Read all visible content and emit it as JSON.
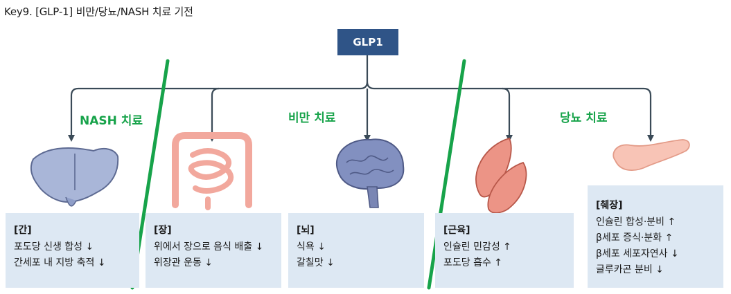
{
  "title": "Key9. [GLP-1] 비만/당뇨/NASH 치료 기전",
  "root": "GLP1",
  "groups": {
    "nash": "NASH 치료",
    "obesity": "비만 치료",
    "diabetes": "당뇨 치료"
  },
  "boxes": {
    "liver": {
      "title": "[간]",
      "lines": [
        "포도당 신생 합성 ↓",
        "간세포 내 지방 축적 ↓"
      ]
    },
    "intestine": {
      "title": "[장]",
      "lines": [
        "위에서 장으로 음식 배출 ↓",
        "위장관 운동 ↓"
      ]
    },
    "brain": {
      "title": "[뇌]",
      "lines": [
        "식욕 ↓",
        "갈칠맛 ↓"
      ]
    },
    "muscle": {
      "title": "[근육]",
      "lines": [
        "인슐린 민감성 ↑",
        "포도당 흡수 ↑"
      ]
    },
    "pancreas": {
      "title": "[췌장]",
      "lines": [
        "인슐린 합성·분비 ↑",
        "β세포 증식·분화 ↑",
        "β세포 세포자연사 ↓",
        "글루카곤 분비 ↓"
      ]
    }
  },
  "colors": {
    "root_box": "#2f5487",
    "arrows": "#3a4a57",
    "divider": "#17a34a",
    "group_text": "#17a34a",
    "info_bg": "#dde8f3"
  }
}
